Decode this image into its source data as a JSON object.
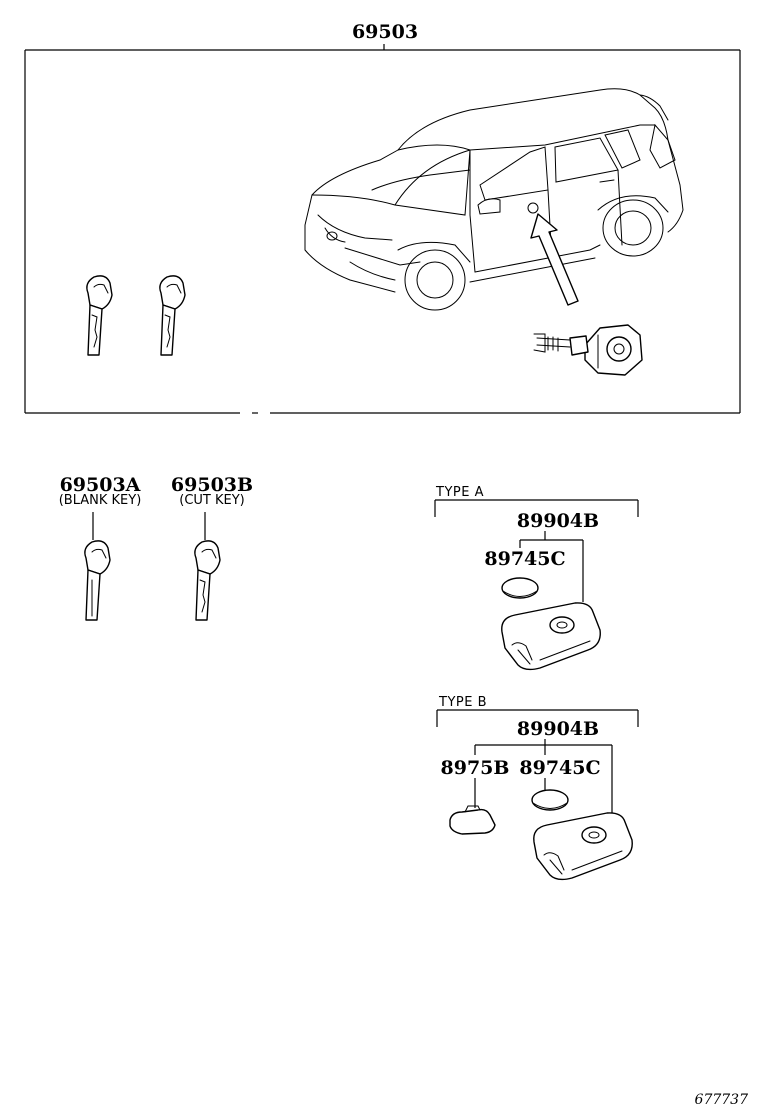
{
  "labels": {
    "assembly": "69503",
    "blank_key": "69503A",
    "blank_key_note": "(BLANK KEY)",
    "cut_key": "69503B",
    "cut_key_note": "(CUT KEY)",
    "type_a": "TYPE  A",
    "type_a_transmitter": "89904B",
    "type_a_battery": "89745C",
    "type_b": "TYPE  B",
    "type_b_transmitter": "89904B",
    "type_b_cover": "8975B",
    "type_b_battery": "89745C",
    "illustration_number": "677737"
  },
  "icons": {
    "vehicle": "suv-vehicle-icon",
    "key": "key-icon",
    "lock_cylinder": "door-lock-cylinder-icon",
    "battery": "coin-battery-icon",
    "fob": "smart-key-fob-icon",
    "cover": "fob-cover-icon"
  }
}
